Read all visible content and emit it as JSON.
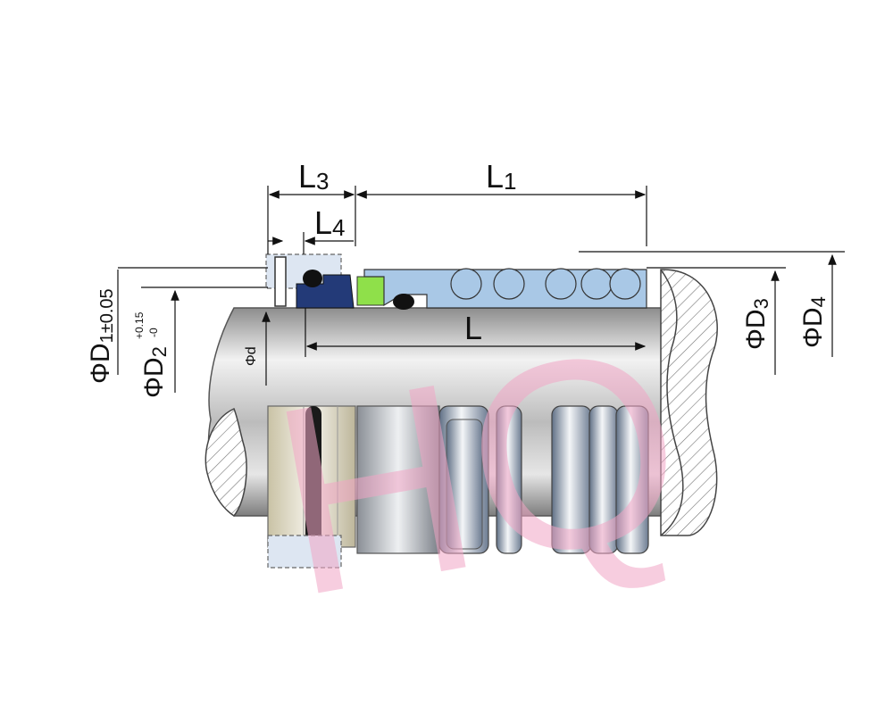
{
  "diagram": {
    "labels": {
      "L3": {
        "main": "L",
        "sub": "3"
      },
      "L4": {
        "main": "L",
        "sub": "4"
      },
      "L1": {
        "main": "L",
        "sub": "1"
      },
      "L": {
        "main": "L"
      },
      "D1": {
        "main": "ΦD",
        "sub": "1±0.05"
      },
      "D2": {
        "main": "ΦD",
        "sub": "2",
        "tol_upper": "+0.15",
        "tol_lower": "-0"
      },
      "D3": {
        "main": "ΦD",
        "sub": "3"
      },
      "D4": {
        "main": "ΦD",
        "sub": "4"
      },
      "d": {
        "main": "Φd"
      }
    },
    "watermark": "HQ",
    "colors": {
      "shaft": "#bdbdbd",
      "seat": "#233a78",
      "green_ring": "#8fe04a",
      "bellows": "#a9c8e6",
      "watermark": "#f2a6c6"
    }
  }
}
